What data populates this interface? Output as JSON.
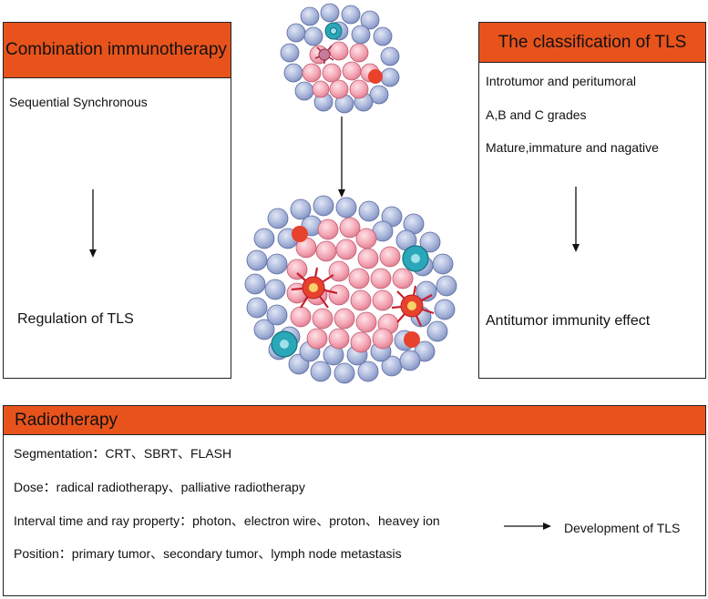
{
  "combination": {
    "title": "Combination immunotherapy",
    "item": "Sequential Synchronous",
    "result": "Regulation of TLS"
  },
  "classification": {
    "title": "The classification of TLS",
    "items": [
      "Introtumor and peritumoral",
      "A,B and C grades",
      "Mature,immature and nagative"
    ],
    "result": "Antitumor immunity effect"
  },
  "radiotherapy": {
    "title": "Radiotherapy",
    "items": [
      "Segmentation：CRT、SBRT、FLASH",
      "Dose：radical radiotherapy、palliative radiotherapy",
      "Interval time and ray property：photon、electron wire、proton、heavey ion",
      "Position：primary tumor、secondary tumor、lymph node metastasis"
    ],
    "result": "Development of TLS"
  },
  "colors": {
    "header": "#e8531c",
    "tumor_cell": "#f4a6b4",
    "immune_cell": "#a9b6da",
    "teal_cell": "#2aa7b8",
    "red_cell": "#e8412c"
  }
}
